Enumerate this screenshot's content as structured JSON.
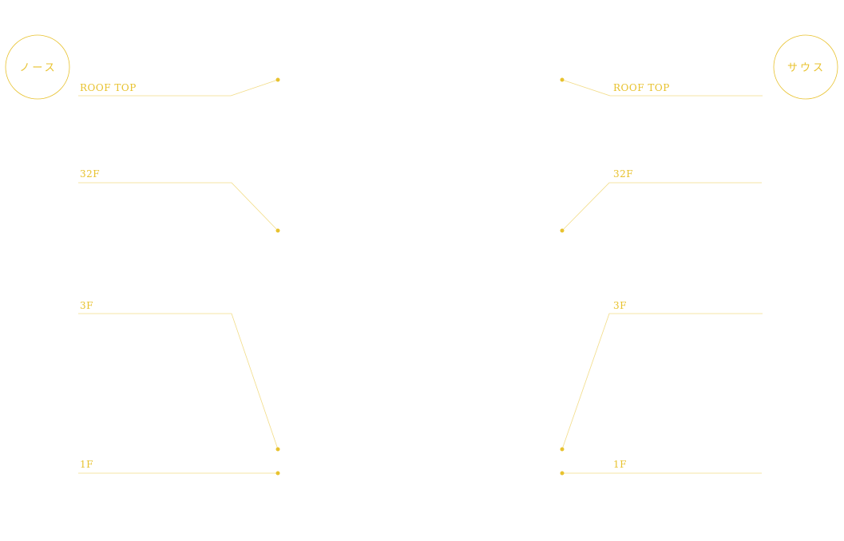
{
  "colors": {
    "accent": "#e8c22e",
    "line": "#f2dc86"
  },
  "towers": {
    "north": {
      "label": "ノース"
    },
    "south": {
      "label": "サウス"
    }
  },
  "floors": [
    {
      "label": "ROOF TOP"
    },
    {
      "label": "32F"
    },
    {
      "label": "3F"
    },
    {
      "label": "1F"
    }
  ]
}
